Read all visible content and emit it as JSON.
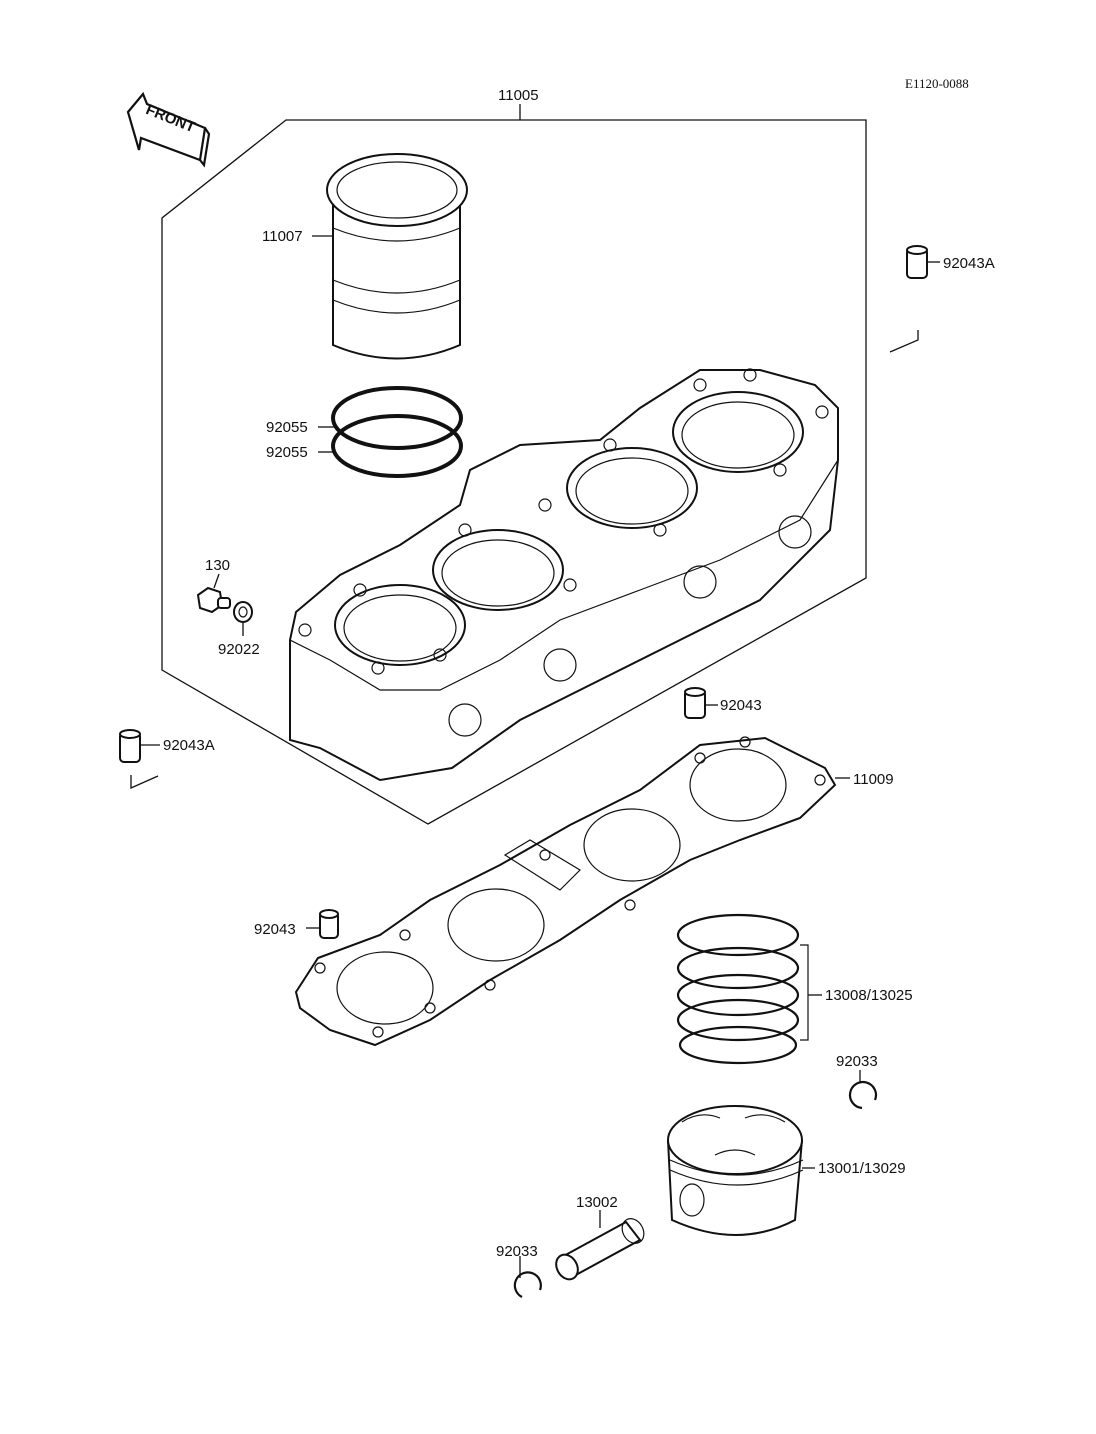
{
  "diagram": {
    "code": "E1120-0088",
    "front_label": "FRONT",
    "labels": {
      "assembly": "11005",
      "liner": "11007",
      "oring_top": "92055",
      "oring_bottom": "92055",
      "dowel_right": "92043A",
      "bolt": "130",
      "washer": "92022",
      "dowel_left": "92043A",
      "dowel_mid": "92043",
      "gasket": "11009",
      "dowel_gasket": "92043",
      "rings": "13008/13025",
      "clip_right": "92033",
      "piston": "13001/13029",
      "pin": "13002",
      "clip_left": "92033"
    }
  }
}
